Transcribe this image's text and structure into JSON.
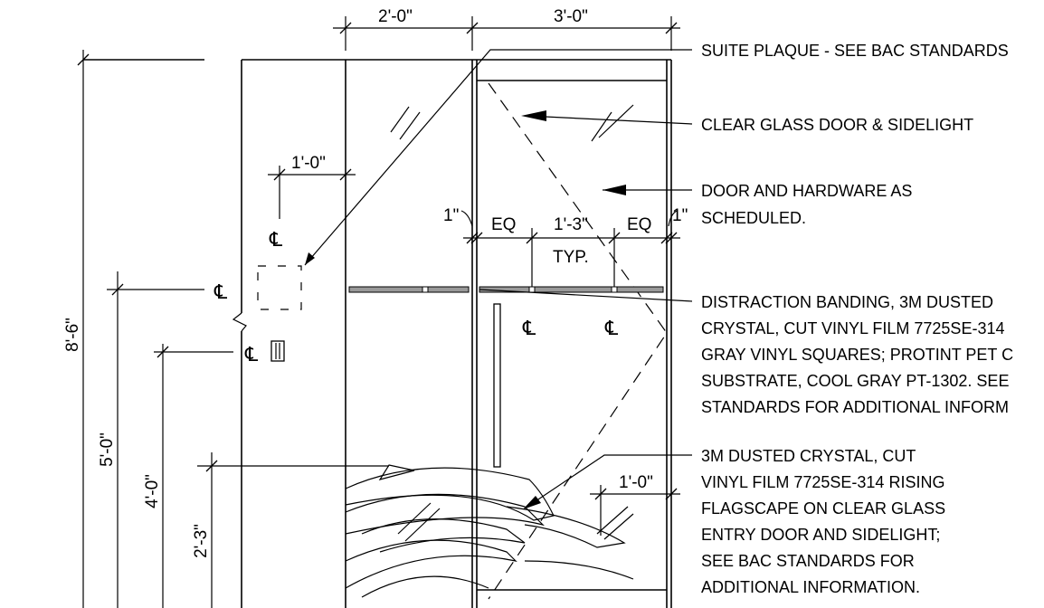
{
  "dimensions": {
    "top_left": "2'-0\"",
    "top_right": "3'-0\"",
    "plaque_offset": "1'-0\"",
    "mullion_left": "1\"",
    "eq_left": "EQ",
    "center_span": "1'-3\"",
    "typ": "TYP.",
    "eq_right": "EQ",
    "mullion_right": "1\"",
    "flag_offset": "1'-0\"",
    "height_total": "8'-6\"",
    "height_plaque": "5'-0\"",
    "height_reader": "4'-0\"",
    "height_flag": "2'-3\""
  },
  "centerline_symbol": "℄",
  "notes": {
    "suite_plaque": "SUITE PLAQUE - SEE BAC STANDARDS",
    "glass_door": "CLEAR GLASS DOOR & SIDELIGHT",
    "door_hardware": [
      "DOOR AND HARDWARE AS",
      "SCHEDULED."
    ],
    "distraction_banding": [
      "DISTRACTION BANDING, 3M DUSTED",
      "CRYSTAL, CUT VINYL FILM 7725SE-314",
      "GRAY VINYL SQUARES; PROTINT PET C",
      "SUBSTRATE, COOL GRAY PT-1302. SEE",
      "STANDARDS FOR ADDITIONAL INFORM"
    ],
    "flagscape": [
      "3M DUSTED CRYSTAL, CUT",
      "VINYL FILM 7725SE-314 RISING",
      "FLAGSCAPE ON CLEAR GLASS",
      "ENTRY DOOR AND SIDELIGHT;",
      "SEE BAC STANDARDS FOR",
      "ADDITIONAL INFORMATION."
    ]
  },
  "colors": {
    "line": "#000000",
    "banding": "#999999",
    "background": "#ffffff"
  }
}
